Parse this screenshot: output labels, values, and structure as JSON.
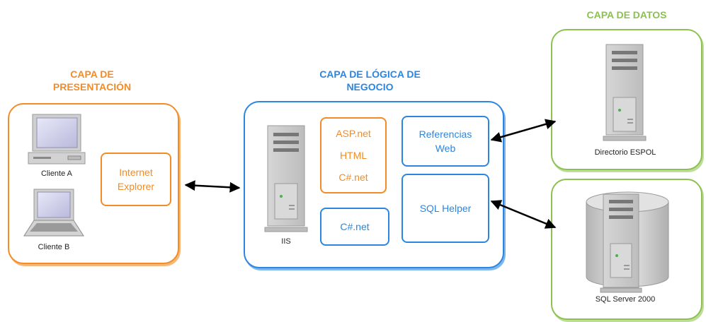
{
  "presentation": {
    "title_line1": "CAPA DE",
    "title_line2": "PRESENTACIÓN",
    "client_a": "Cliente A",
    "client_b": "Cliente B",
    "browser_line1": "Internet",
    "browser_line2": "Explorer"
  },
  "business": {
    "title_line1": "CAPA DE LÓGICA DE",
    "title_line2": "NEGOCIO",
    "server_label": "IIS",
    "tech_items": [
      "ASP.net",
      "HTML",
      "C#.net"
    ],
    "csharp": "C#.net",
    "refs_line1": "Referencias",
    "refs_line2": "Web",
    "sqlhelper": "SQL Helper"
  },
  "data": {
    "title": "CAPA DE DATOS",
    "directory_label": "Directorio ESPOL",
    "sqlserver_label": "SQL Server 2000"
  },
  "colors": {
    "presentation": "#f28c28",
    "business": "#2a86e0",
    "data": "#8cc152"
  }
}
